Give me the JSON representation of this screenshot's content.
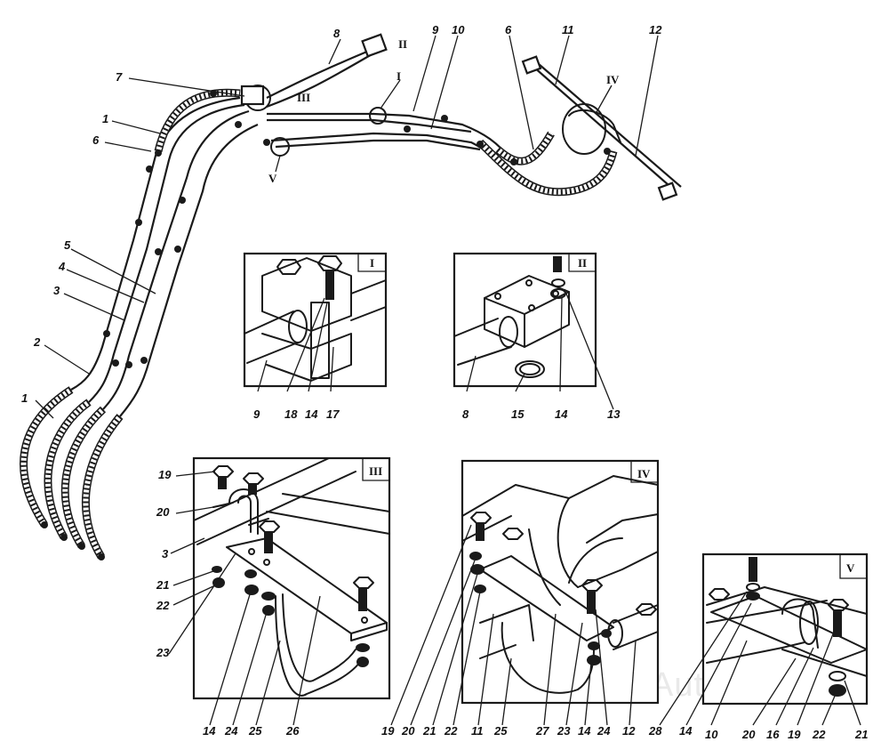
{
  "main_labels": {
    "l1_top": "1",
    "l6_left": "6",
    "l7": "7",
    "l8": "8",
    "l9": "9",
    "l10": "10",
    "l6_right": "6",
    "l11": "11",
    "l12": "12",
    "l5": "5",
    "l4": "4",
    "l3": "3",
    "l2": "2",
    "l1_bottom": "1"
  },
  "view_markers": {
    "i": "I",
    "ii": "II",
    "iii": "III",
    "iv": "IV",
    "v": "V"
  },
  "inset_i": {
    "roman": "I",
    "labels": [
      "9",
      "18",
      "14",
      "17"
    ]
  },
  "inset_ii": {
    "roman": "II",
    "labels": [
      "8",
      "15",
      "14",
      "13"
    ]
  },
  "inset_iii": {
    "roman": "III",
    "labels": [
      "19",
      "20",
      "3",
      "21",
      "22",
      "23",
      "14",
      "24",
      "25",
      "26"
    ]
  },
  "inset_iv": {
    "roman": "IV",
    "labels": [
      "19",
      "20",
      "21",
      "22",
      "11",
      "25",
      "27",
      "23",
      "14",
      "24",
      "12"
    ]
  },
  "inset_v": {
    "roman": "V",
    "labels": [
      "28",
      "14",
      "10",
      "20",
      "16",
      "19",
      "22",
      "21"
    ]
  },
  "watermark": "AutoSoft"
}
